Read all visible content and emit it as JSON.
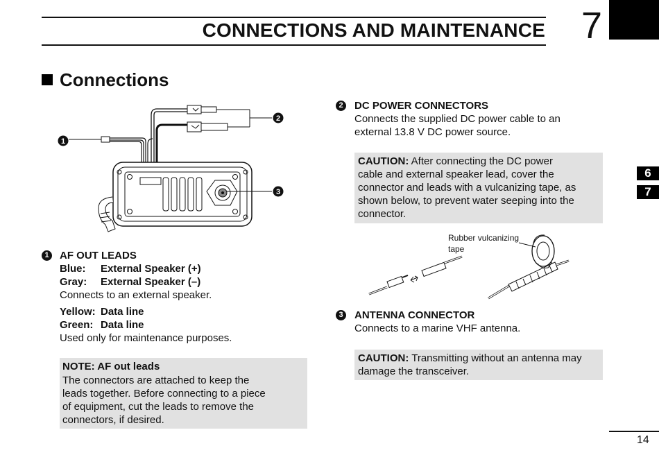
{
  "header": {
    "title": "CONNECTIONS AND MAINTENANCE",
    "chapter_number": "7"
  },
  "section_title": "Connections",
  "items": [
    {
      "number": "1",
      "heading": "AF OUT LEADS",
      "lines": [
        {
          "label": "Blue:",
          "value": "External Speaker (+)"
        },
        {
          "label": "Gray:",
          "value": "External Speaker (–)"
        }
      ],
      "desc1": "Connects to an external speaker.",
      "lines2": [
        {
          "label": "Yellow:",
          "value": "Data line"
        },
        {
          "label": "Green:",
          "value": "Data line"
        }
      ],
      "desc2": "Used only for maintenance purposes."
    },
    {
      "number": "2",
      "heading": "DC POWER CONNECTORS",
      "desc": [
        "Connects the supplied DC power cable to an",
        "external 13.8 V DC power source."
      ]
    },
    {
      "number": "3",
      "heading": "ANTENNA CONNECTOR",
      "desc": [
        "Connects to a marine VHF antenna."
      ]
    }
  ],
  "note": {
    "title": "NOTE: AF out leads",
    "lines": [
      "The connectors are attached to keep the",
      "leads together. Before connecting to a piece",
      "of equipment, cut the leads to remove the",
      "connectors, if desired."
    ]
  },
  "caution1": {
    "label": "CAUTION:",
    "first_line": "After connecting the DC power",
    "lines": [
      "cable and external speaker lead, cover the",
      "connector and leads with a vulcanizing tape, as",
      "shown below, to prevent water seeping into the",
      "connector."
    ]
  },
  "tape_label": [
    "Rubber vulcanizing",
    "tape"
  ],
  "caution2": {
    "label": "CAUTION:",
    "first_line": "Transmitting without an antenna may",
    "lines": [
      "damage the transceiver."
    ]
  },
  "side_tabs": [
    "6",
    "7"
  ],
  "page_number": "14"
}
